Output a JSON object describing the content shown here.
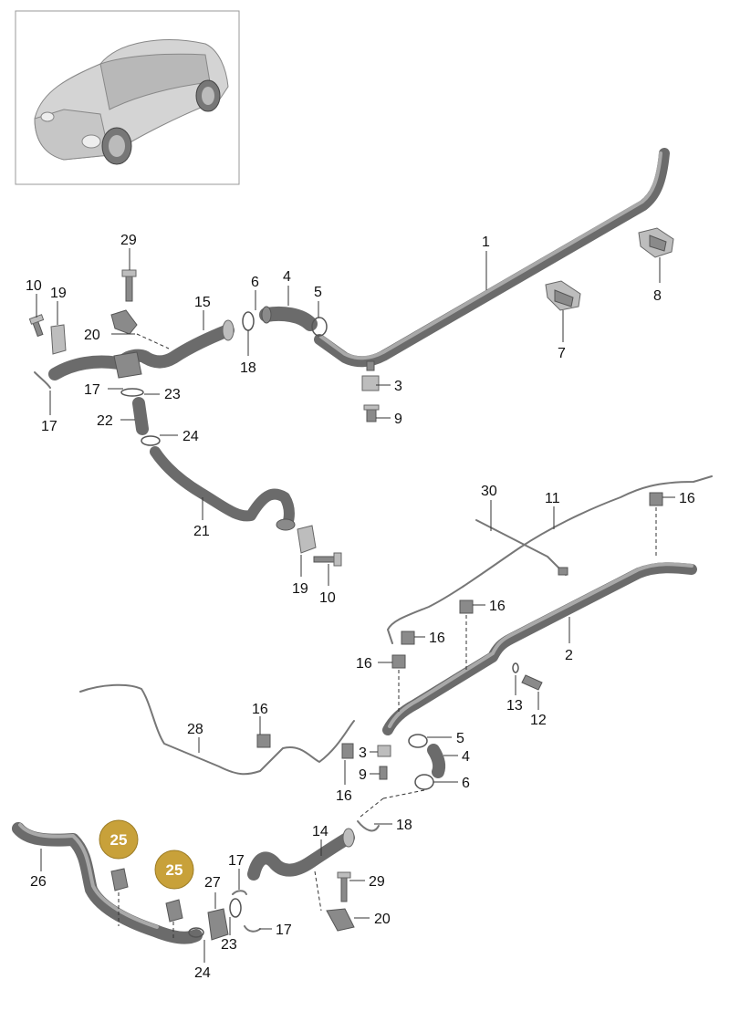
{
  "colors": {
    "background": "#ffffff",
    "pipe": "#6b6b6b",
    "badge": "#c8a13a",
    "frame": "#999999"
  },
  "thumbnail": {
    "icon": "car-thumbnail-icon"
  },
  "labels": {
    "l1": "1",
    "l2": "2",
    "l3a": "3",
    "l3b": "3",
    "l4a": "4",
    "l4b": "4",
    "l5a": "5",
    "l5b": "5",
    "l6a": "6",
    "l6b": "6",
    "l7": "7",
    "l8": "8",
    "l9a": "9",
    "l9b": "9",
    "l10a": "10",
    "l10b": "10",
    "l11": "11",
    "l12": "12",
    "l13": "13",
    "l14": "14",
    "l15": "15",
    "l16a": "16",
    "l16b": "16",
    "l16c": "16",
    "l16d": "16",
    "l16e": "16",
    "l16f": "16",
    "l17a": "17",
    "l17b": "17",
    "l17c": "17",
    "l17d": "17",
    "l18a": "18",
    "l18b": "18",
    "l19a": "19",
    "l19b": "19",
    "l20a": "20",
    "l20b": "20",
    "l21": "21",
    "l22": "22",
    "l23a": "23",
    "l23b": "23",
    "l24a": "24",
    "l24b": "24",
    "l26": "26",
    "l27": "27",
    "l28": "28",
    "l29a": "29",
    "l29b": "29",
    "l30": "30"
  },
  "badges": {
    "b25a": "25",
    "b25b": "25"
  }
}
